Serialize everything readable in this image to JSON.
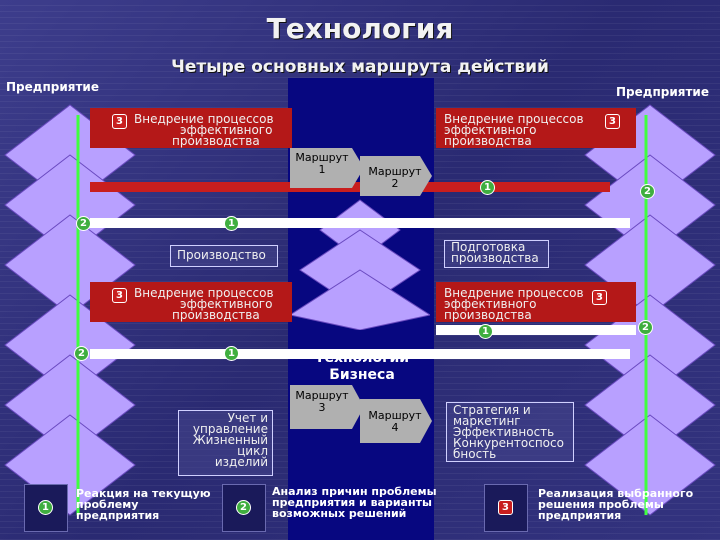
{
  "title": "Технология",
  "subtitle": "Четыре основных маршрута действий",
  "enterprise_left": "Предприятие",
  "enterprise_right": "Предприятие",
  "banners": {
    "top_left": [
      "Внедрение процессов",
      "эффективного",
      "производства"
    ],
    "top_right": [
      "Внедрение процессов",
      "эффективного",
      "производства"
    ],
    "mid_left": [
      "Внедрение процессов",
      "эффективного",
      "производства"
    ],
    "mid_right": [
      "Внедрение процессов",
      "эффективного",
      "производства"
    ]
  },
  "production": "Производство",
  "prep": [
    "Подготовка",
    "производства"
  ],
  "routes": {
    "r1": [
      "Маршрут",
      "1"
    ],
    "r2": [
      "Маршрут",
      "2"
    ],
    "r3": [
      "Маршрут",
      "3"
    ],
    "r4": [
      "Маршрут",
      "4"
    ]
  },
  "center_label": [
    "Технологии",
    "Бизнеса"
  ],
  "accounting": [
    "Учет и",
    "управление",
    "Жизненный",
    "цикл",
    "изделий"
  ],
  "strategy": [
    "Стратегия и",
    "маркетинг",
    "Эффективность",
    "Конкурентоспосо",
    "бность"
  ],
  "markers": {
    "one": "1",
    "two": "2",
    "three": "3"
  },
  "legend": {
    "l1": [
      "Реакция на текущую",
      "проблему",
      "предприятия"
    ],
    "l2": [
      "Анализ причин проблемы",
      "предприятия и варианты",
      "возможных решений"
    ],
    "l3": [
      "Реализация выбранного",
      "решения проблемы",
      "предприятия"
    ]
  },
  "colors": {
    "red_arrow": "#b41818",
    "green_marker": "#3fae3f",
    "center_column": "#070780",
    "pyramid": "#b8a0ff"
  }
}
